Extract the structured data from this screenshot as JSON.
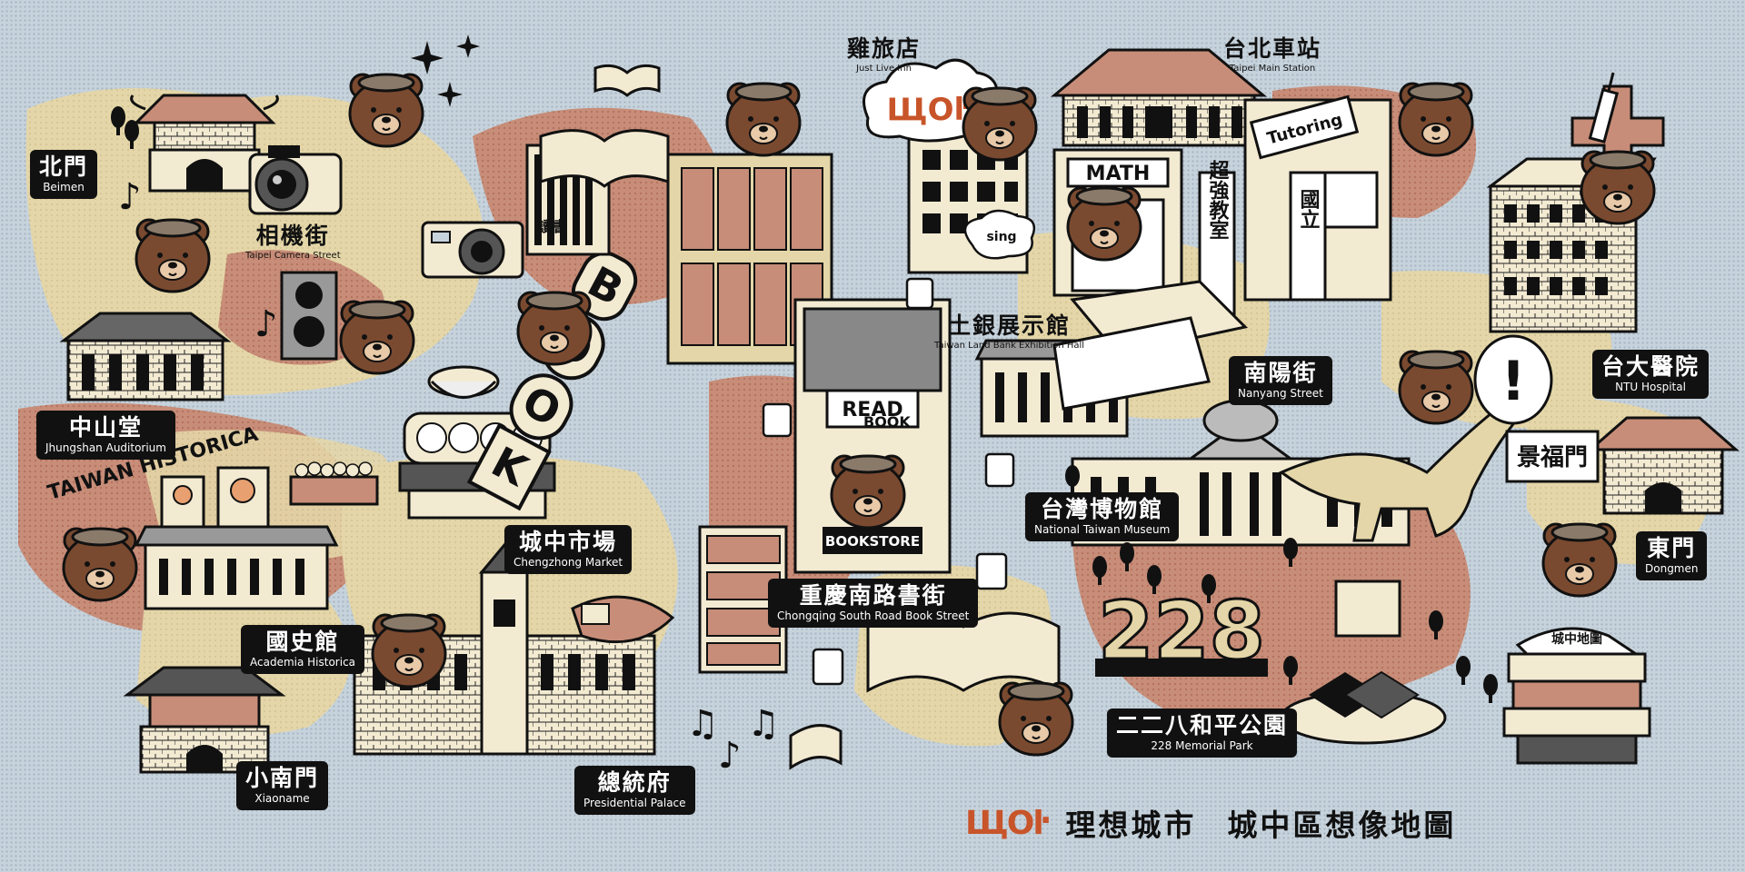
{
  "locations": [
    {
      "id": "beimen",
      "zh": "北門",
      "en": "Beimen"
    },
    {
      "id": "camera",
      "zh": "相機街",
      "en": "Taipei Camera Street"
    },
    {
      "id": "zhongshan",
      "zh": "中山堂",
      "en": "Jhungshan Auditorium"
    },
    {
      "id": "historica",
      "zh": "國史館",
      "en": "Academia Historica"
    },
    {
      "id": "xiaonanmen",
      "zh": "小南門",
      "en": "Xiaoname"
    },
    {
      "id": "presidential",
      "zh": "總統府",
      "en": "Presidential Palace"
    },
    {
      "id": "market",
      "zh": "城中市場",
      "en": "Chengzhong Market"
    },
    {
      "id": "chongqing",
      "zh": "重慶南路書街",
      "en": "Chongqing South Road Book Street"
    },
    {
      "id": "inn",
      "zh": "雞旅店",
      "en": "Just Live Inn"
    },
    {
      "id": "station",
      "zh": "台北車站",
      "en": "Taipei Main Station"
    },
    {
      "id": "landbank",
      "zh": "土銀展示館",
      "en": "Taiwan Land Bank Exhibition Hall"
    },
    {
      "id": "nanyang",
      "zh": "南陽街",
      "en": "Nanyang Street"
    },
    {
      "id": "ntuh",
      "zh": "台大醫院",
      "en": "NTU Hospital"
    },
    {
      "id": "museum",
      "zh": "台灣博物館",
      "en": "National Taiwan Museum"
    },
    {
      "id": "dongmen",
      "zh": "東門",
      "en": "Dongmen"
    },
    {
      "id": "park",
      "zh": "二二八和平公園",
      "en": "228 Memorial Park"
    }
  ],
  "decor": {
    "taiwan_historica": "TAIWAN HISTORICA",
    "books": "BOOK",
    "read": "READ",
    "book": "BOOK",
    "bookstore": "BOOKSTORE",
    "math": "MATH",
    "tutoring": "Tutoring",
    "park_number": "228",
    "market_sign": "城中市場",
    "inn_sign": "ЩOŀ",
    "jingfu": "景福門",
    "exclaim": "!",
    "sing": "sing",
    "menu_book": "讀書",
    "tutor_sign_1": "超強教室",
    "tutor_sign_2": "國立",
    "map_book": "城中地圖"
  },
  "footer": {
    "logo": "ЩOŀ",
    "title": "理想城市",
    "subtitle": "城中區想像地圖"
  },
  "colors": {
    "background": "#c7d3dc",
    "sand": "#e4d6a8",
    "terracotta": "#c78d78",
    "bear": "#7a4a30",
    "bear_dark": "#4e2c1a",
    "cream": "#f3ead2",
    "label_bg": "#111111"
  },
  "icons": [
    "bear-character",
    "camera-icon",
    "book-icon",
    "gate-icon",
    "building-icon",
    "tree-icon",
    "music-note-icon",
    "coffee-cup-icon",
    "medical-cross-icon",
    "syringe-icon",
    "dinosaur-icon",
    "pagoda-icon",
    "sparkle-icon"
  ]
}
